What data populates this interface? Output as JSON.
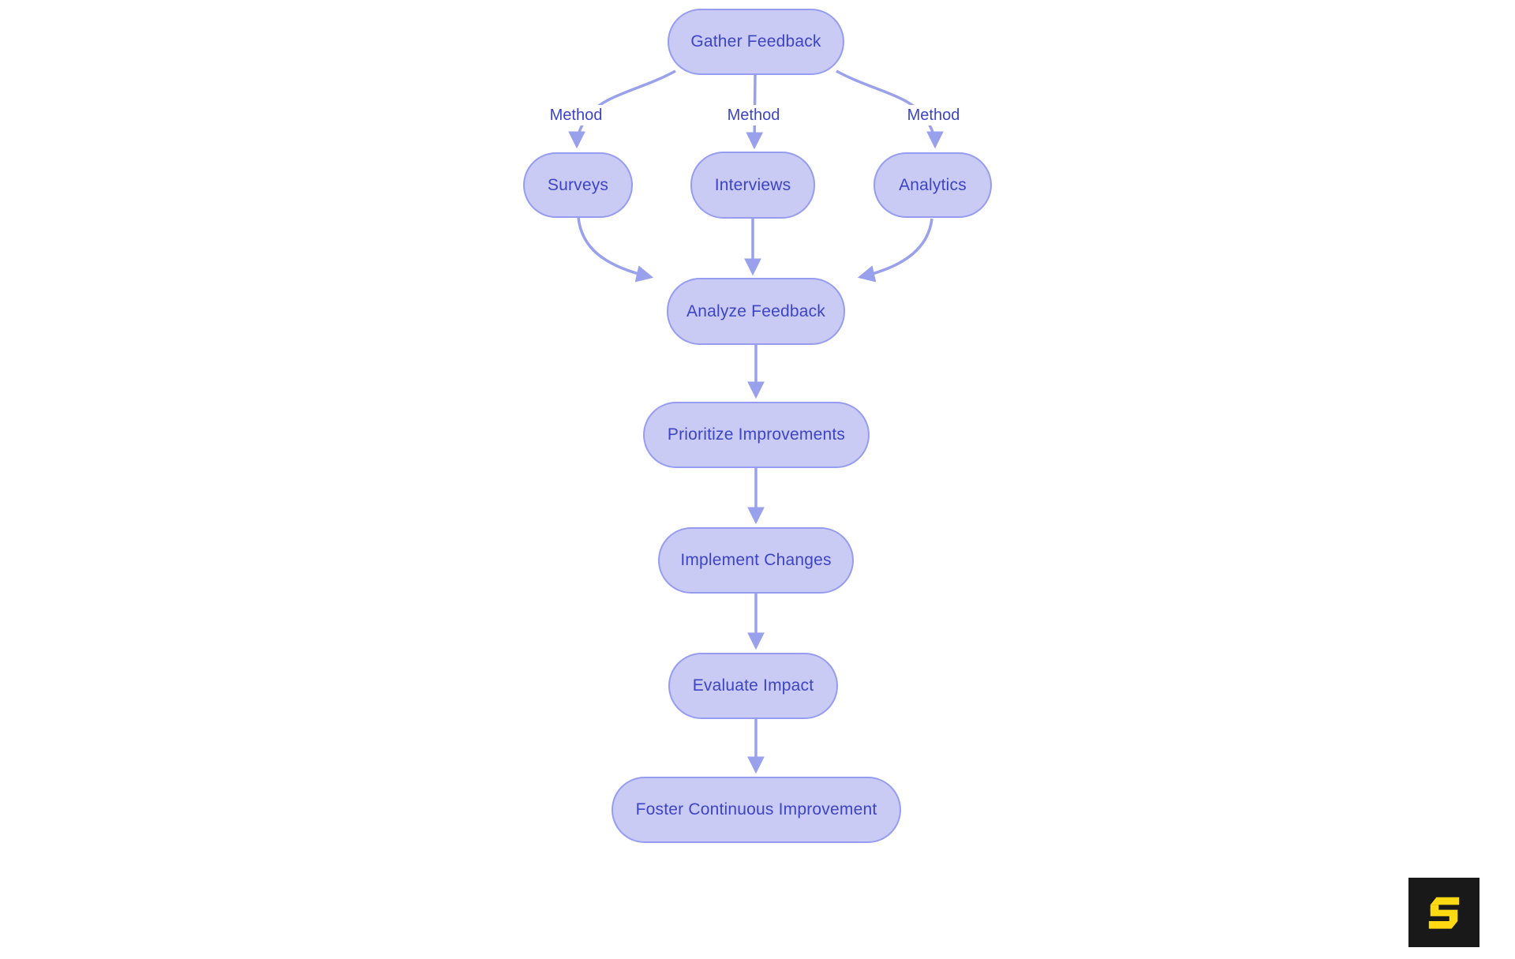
{
  "diagram": {
    "nodes": [
      {
        "id": "gather",
        "label": "Gather Feedback"
      },
      {
        "id": "surveys",
        "label": "Surveys"
      },
      {
        "id": "interviews",
        "label": "Interviews"
      },
      {
        "id": "analytics",
        "label": "Analytics"
      },
      {
        "id": "analyze",
        "label": "Analyze Feedback"
      },
      {
        "id": "prioritize",
        "label": "Prioritize Improvements"
      },
      {
        "id": "implement",
        "label": "Implement Changes"
      },
      {
        "id": "evaluate",
        "label": "Evaluate Impact"
      },
      {
        "id": "foster",
        "label": "Foster Continuous Improvement"
      }
    ],
    "edges": [
      {
        "from": "gather",
        "to": "surveys",
        "label": "Method"
      },
      {
        "from": "gather",
        "to": "interviews",
        "label": "Method"
      },
      {
        "from": "gather",
        "to": "analytics",
        "label": "Method"
      },
      {
        "from": "surveys",
        "to": "analyze",
        "label": ""
      },
      {
        "from": "interviews",
        "to": "analyze",
        "label": ""
      },
      {
        "from": "analytics",
        "to": "analyze",
        "label": ""
      },
      {
        "from": "analyze",
        "to": "prioritize",
        "label": ""
      },
      {
        "from": "prioritize",
        "to": "implement",
        "label": ""
      },
      {
        "from": "implement",
        "to": "evaluate",
        "label": ""
      },
      {
        "from": "evaluate",
        "to": "foster",
        "label": ""
      }
    ],
    "colors": {
      "background": "#ffffff",
      "node_fill": "#c9cbf4",
      "node_border": "#969df0",
      "node_text": "#3d44c6",
      "edge": "#9aa1ec",
      "edge_label_text": "#3d44c6"
    }
  },
  "logo": {
    "icon": "angular-s-icon",
    "letter": "S",
    "background": "#191919",
    "color": "#ffd911"
  }
}
